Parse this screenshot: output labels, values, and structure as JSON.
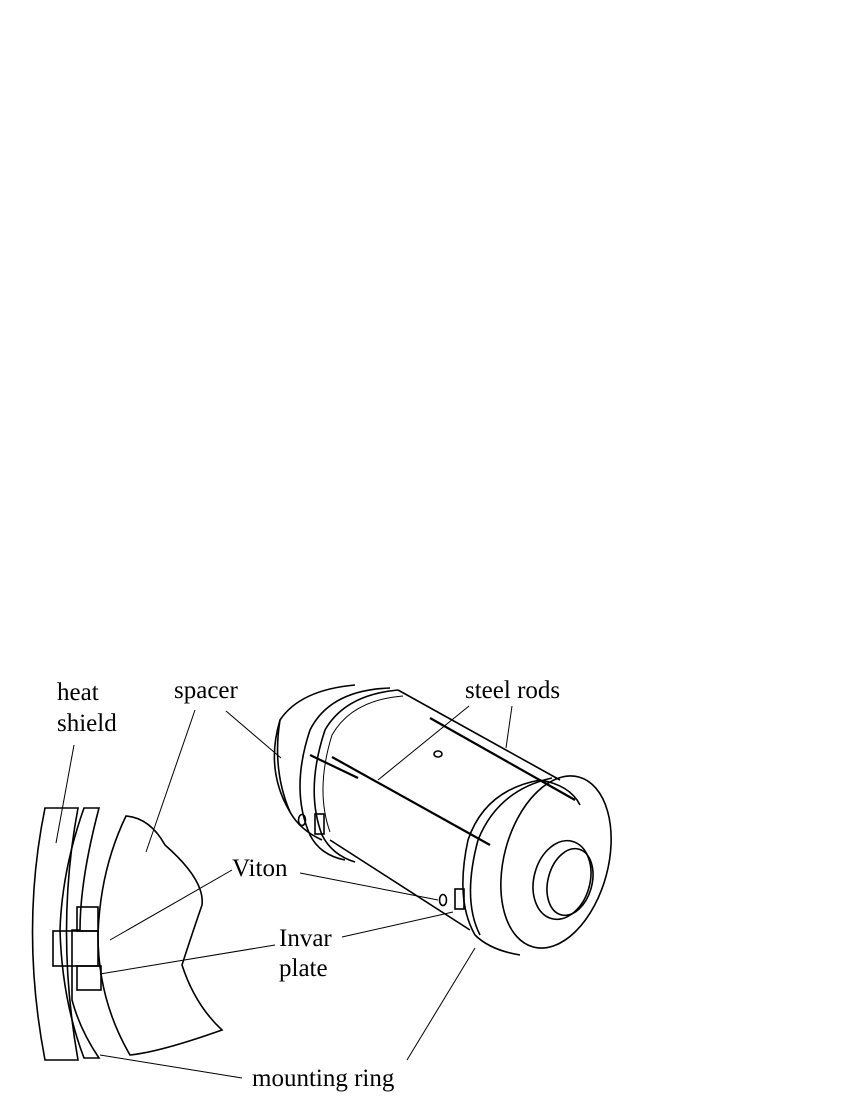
{
  "figure": {
    "background": "#ffffff",
    "line_color": "#000000",
    "labels": {
      "heat_shield_line1": "heat",
      "heat_shield_line2": "shield",
      "spacer": "spacer",
      "steel_rods": "steel rods",
      "viton": "Viton",
      "invar_line1": "Invar",
      "invar_line2": "plate",
      "mounting_ring": "mounting ring"
    },
    "parts": [
      "heat shield",
      "spacer",
      "steel rods",
      "Viton",
      "Invar plate",
      "mounting ring"
    ]
  }
}
